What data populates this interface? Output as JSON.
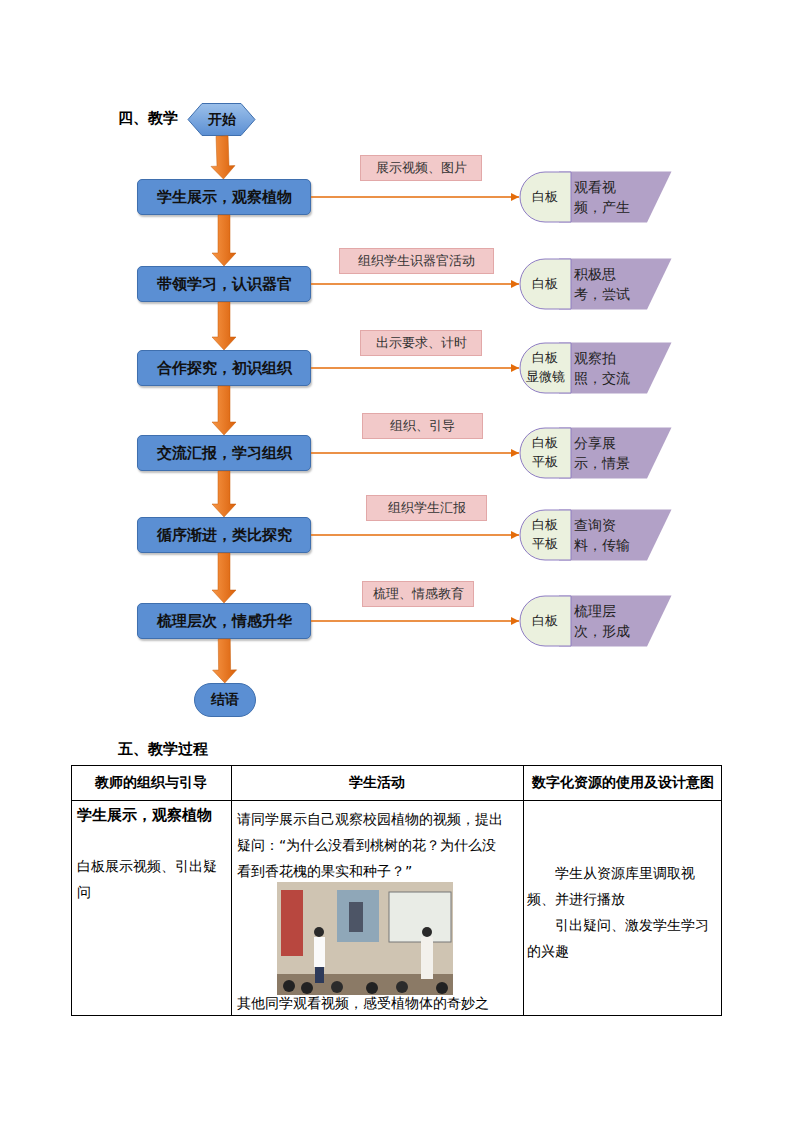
{
  "diagram": {
    "nodes": [
      {
        "text": [
          "开始"
        ]
      },
      {
        "text": [
          "展示视频、图片"
        ]
      },
      {
        "text": [
          "学生展示，观察植物"
        ]
      },
      {
        "text": [
          "白板",
          "观看视频，产生"
        ]
      },
      {
        "text": [
          "组织学生识器官活动"
        ]
      },
      {
        "text": [
          "带领学习，认识器官"
        ]
      },
      {
        "text": [
          "白板",
          "积极思考，尝试"
        ]
      },
      {
        "text": [
          "出示要求、计时"
        ]
      },
      {
        "text": [
          "合作探究，初识组织"
        ]
      },
      {
        "text": [
          "白板 显微镜",
          "观察拍照，交流"
        ]
      },
      {
        "text": [
          "组织、引导"
        ]
      },
      {
        "text": [
          "交流汇报，学习组织"
        ]
      },
      {
        "text": [
          "白板 平板",
          "分享展示，情景"
        ]
      },
      {
        "text": [
          "组织学生汇报"
        ]
      },
      {
        "text": [
          "循序渐进，类比探究"
        ]
      },
      {
        "text": [
          "白板 平板",
          "查询资料，传输"
        ]
      },
      {
        "text": [
          "梳理、情感教育"
        ]
      },
      {
        "text": [
          "梳理层次，情感升华"
        ]
      },
      {
        "text": [
          "白板",
          "梳理层次，形成"
        ]
      },
      {
        "text": [
          "结语"
        ]
      }
    ],
    "edges": [
      {
        "from": 0,
        "to": 2,
        "arrow": "to"
      },
      {
        "from": 2,
        "to": 5,
        "arrow": "to"
      },
      {
        "from": 5,
        "to": 8,
        "arrow": "to"
      },
      {
        "from": 8,
        "to": 11,
        "arrow": "to"
      },
      {
        "from": 11,
        "to": 14,
        "arrow": "to"
      },
      {
        "from": 14,
        "to": 17,
        "arrow": "to"
      },
      {
        "from": 17,
        "to": 19,
        "arrow": "to"
      },
      {
        "from": 2,
        "to": 3,
        "arrow": "to"
      },
      {
        "from": 5,
        "to": 6,
        "arrow": "to"
      },
      {
        "from": 8,
        "to": 9,
        "arrow": "to"
      },
      {
        "from": 11,
        "to": 12,
        "arrow": "to"
      },
      {
        "from": 14,
        "to": 15,
        "arrow": "to"
      },
      {
        "from": 17,
        "to": 18,
        "arrow": "to"
      }
    ],
    "labels": [
      "四、教学",
      "五、教学过程",
      "教师的组织与引导",
      "学生活动",
      "数字化资源的使用及设计意图",
      "学生展示，观察植物",
      "白板展示视频、引出疑问",
      "请同学展示自己观察校园植物的视频，提出疑问：“为什么没看到桃树的花？为什么没看到香花槐的果实和种子？”",
      "其他同学观看视频，感受植物体的奇妙之",
      "学生从资源库里调取视频、并进行播放",
      "引出疑问、激发学生学习的兴趣"
    ]
  }
}
